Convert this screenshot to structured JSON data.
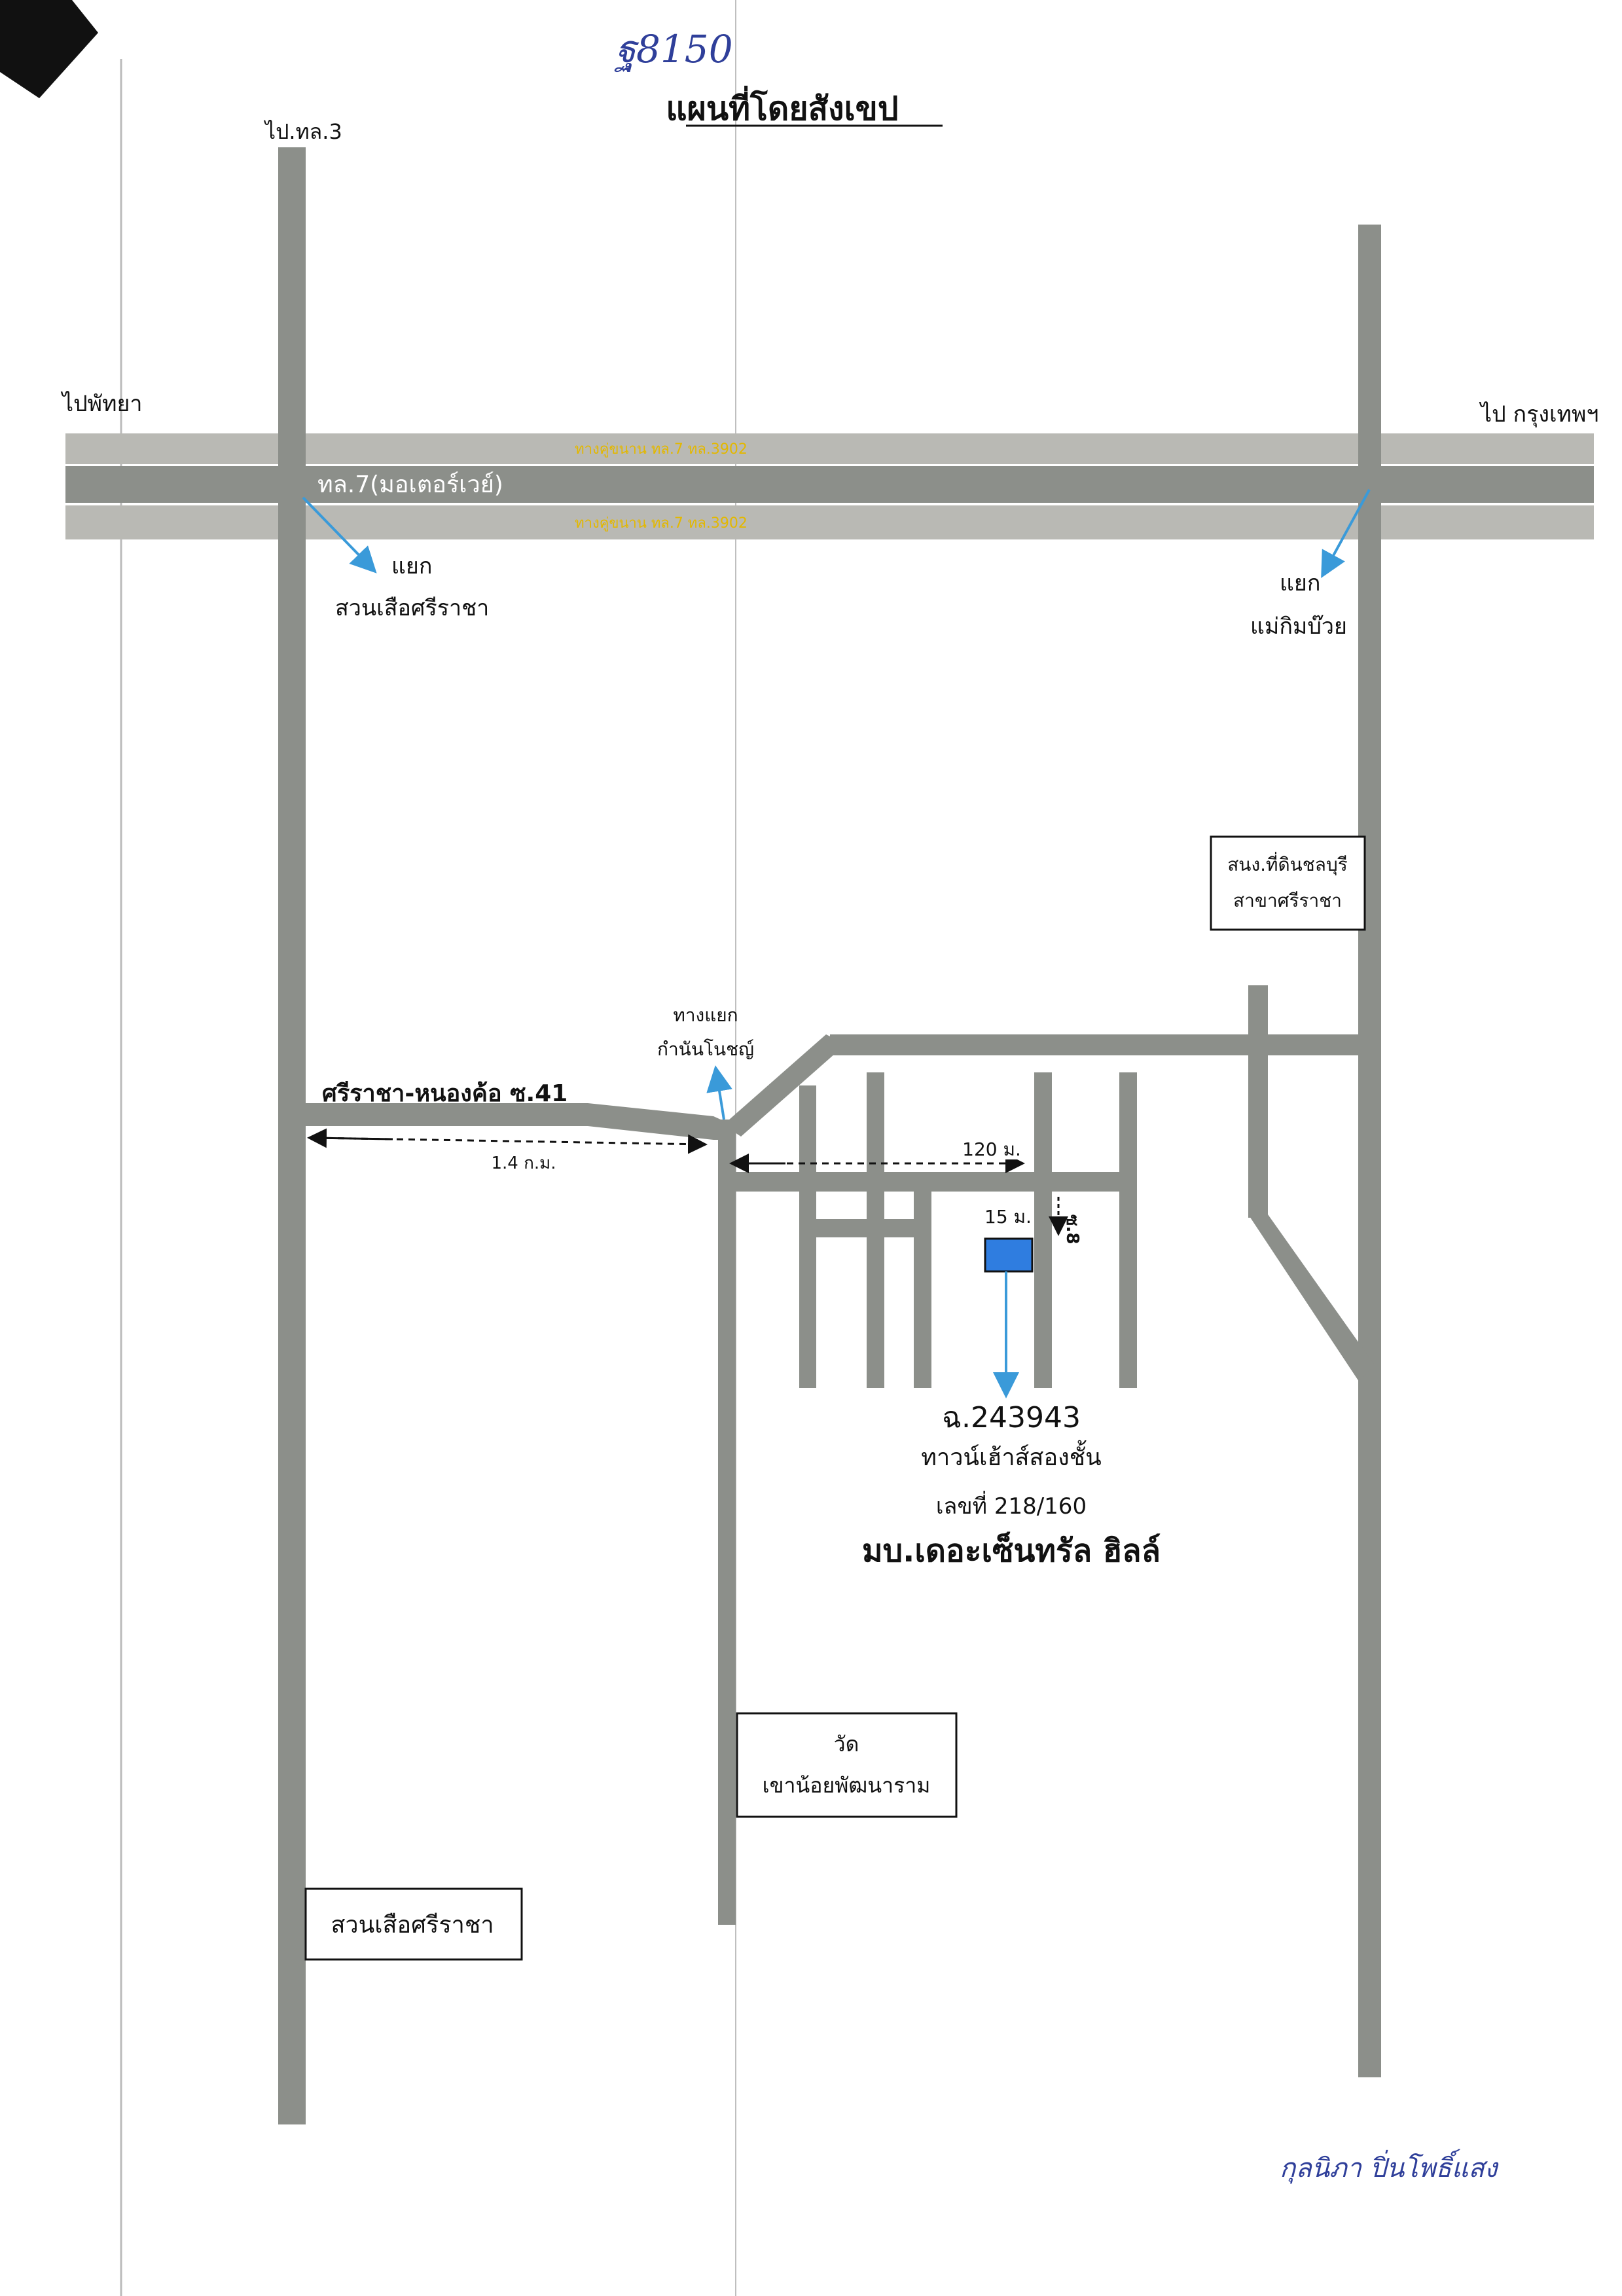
{
  "title": "แผนที่โดยสังเขป",
  "handwritten_code": "ฐ8150",
  "roads": {
    "north_label": "ไป.ทล.3",
    "west_label": "ไปพัทยา",
    "east_label": "ไป กรุงเทพฯ",
    "motorway_label": "ทล.7(มอเตอร์เวย์)",
    "frontage_north_label": "ทางคู่ขนาน ทล.7 ทล.3902",
    "frontage_south_label": "ทางคู่ขนาน ทล.7 ทล.3902",
    "soi_road_label": "ศรีราชา-หนองค้อ ซ.41",
    "soi8_label": "ซ.8"
  },
  "junctions": {
    "left_line1": "แยก",
    "left_line2": "สวนเสือศรีราชา",
    "right_line1": "แยก",
    "right_line2": "แม่กิมบ๊วย",
    "kamnan_line1": "ทางแยก",
    "kamnan_line2": "กำนันโนชญ์"
  },
  "landmarks": {
    "land_office_line1": "สนง.ที่ดินชลบุรี",
    "land_office_line2": "สาขาศรีราชา",
    "temple_line1": "วัด",
    "temple_line2": "เขาน้อยพัฒนาราม",
    "tiger_zoo": "สวนเสือศรีราชา"
  },
  "distances": {
    "d_1_4km": "1.4 ก.ม.",
    "d_120m": "120 ม.",
    "d_15m": "15 ม."
  },
  "property": {
    "deed": "ฉ.243943",
    "type": "ทาวน์เฮ้าส์สองชั้น",
    "number": "เลขที่ 218/160",
    "village": "มบ.เดอะเซ็นทรัล ฮิลล์",
    "marker_color": "#2f7de0"
  },
  "signature": "กุลนิภา ปิ่นโพธิ์แสง",
  "colors": {
    "road": "#8c8f8a",
    "arrow": "#3a9ad9",
    "frontage_text": "#e3b800"
  }
}
